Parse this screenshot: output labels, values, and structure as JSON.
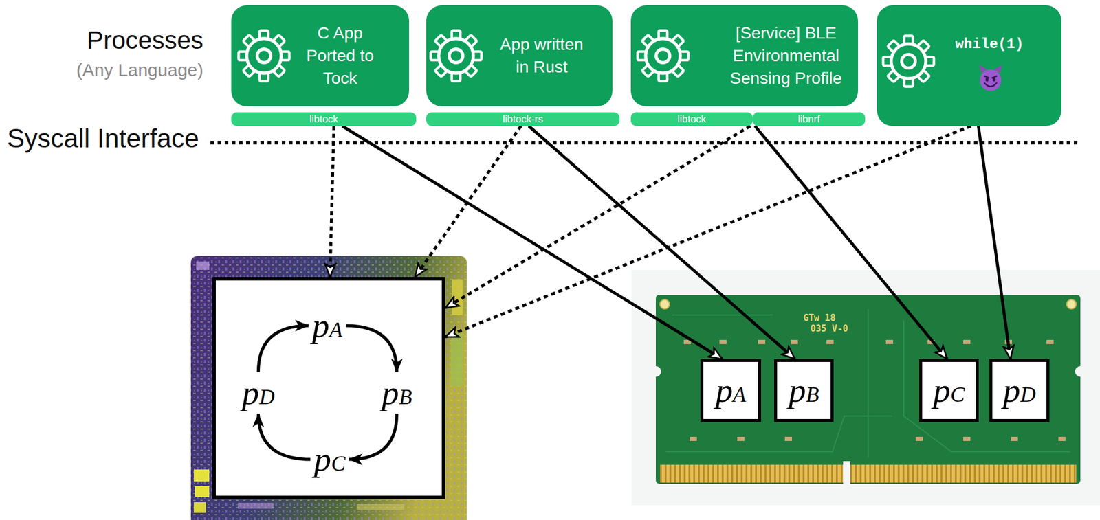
{
  "diagram": {
    "nodes": [
      {
        "text": [
          "C App Ported to Tock"
        ]
      },
      {
        "text": [
          "libtock"
        ]
      },
      {
        "text": [
          "App written in Rust"
        ]
      },
      {
        "text": [
          "libtock-rs"
        ]
      },
      {
        "text": [
          "[Service] BLE Environmental Sensing Profile"
        ]
      },
      {
        "text": [
          "libtock"
        ]
      },
      {
        "text": [
          "libnrf"
        ]
      },
      {
        "text": [
          "while(1)"
        ]
      },
      {
        "text": []
      },
      {
        "text": [
          "pA"
        ],
        "in": 8
      },
      {
        "text": [
          "pB"
        ],
        "in": 8
      },
      {
        "text": [
          "pC"
        ],
        "in": 8
      },
      {
        "text": [
          "pD"
        ],
        "in": 8
      },
      {
        "text": [
          "pA"
        ]
      },
      {
        "text": [
          "pB"
        ]
      },
      {
        "text": [
          "pC"
        ]
      },
      {
        "text": [
          "pD"
        ]
      }
    ],
    "edges": [
      {
        "from": 9,
        "to": 10,
        "arrow": "to"
      },
      {
        "from": 10,
        "to": 11,
        "arrow": "to"
      },
      {
        "from": 11,
        "to": 12,
        "arrow": "to"
      },
      {
        "from": 12,
        "to": 9,
        "arrow": "to"
      },
      {
        "from": 1,
        "to": 8,
        "arrow": "to"
      },
      {
        "from": 3,
        "to": 8,
        "arrow": "to"
      },
      {
        "from": 5,
        "to": 8,
        "arrow": "to"
      },
      {
        "from": 7,
        "to": 8,
        "arrow": "to"
      },
      {
        "from": 1,
        "to": 13,
        "arrow": "to"
      },
      {
        "from": 3,
        "to": 14,
        "arrow": "to"
      },
      {
        "from": 6,
        "to": 15,
        "arrow": "to"
      },
      {
        "from": 7,
        "to": 16,
        "arrow": "to"
      }
    ],
    "labels": [
      "Processes",
      "(Any Language)",
      "Syscall Interface",
      "GTw 18",
      "035 V-0"
    ]
  }
}
